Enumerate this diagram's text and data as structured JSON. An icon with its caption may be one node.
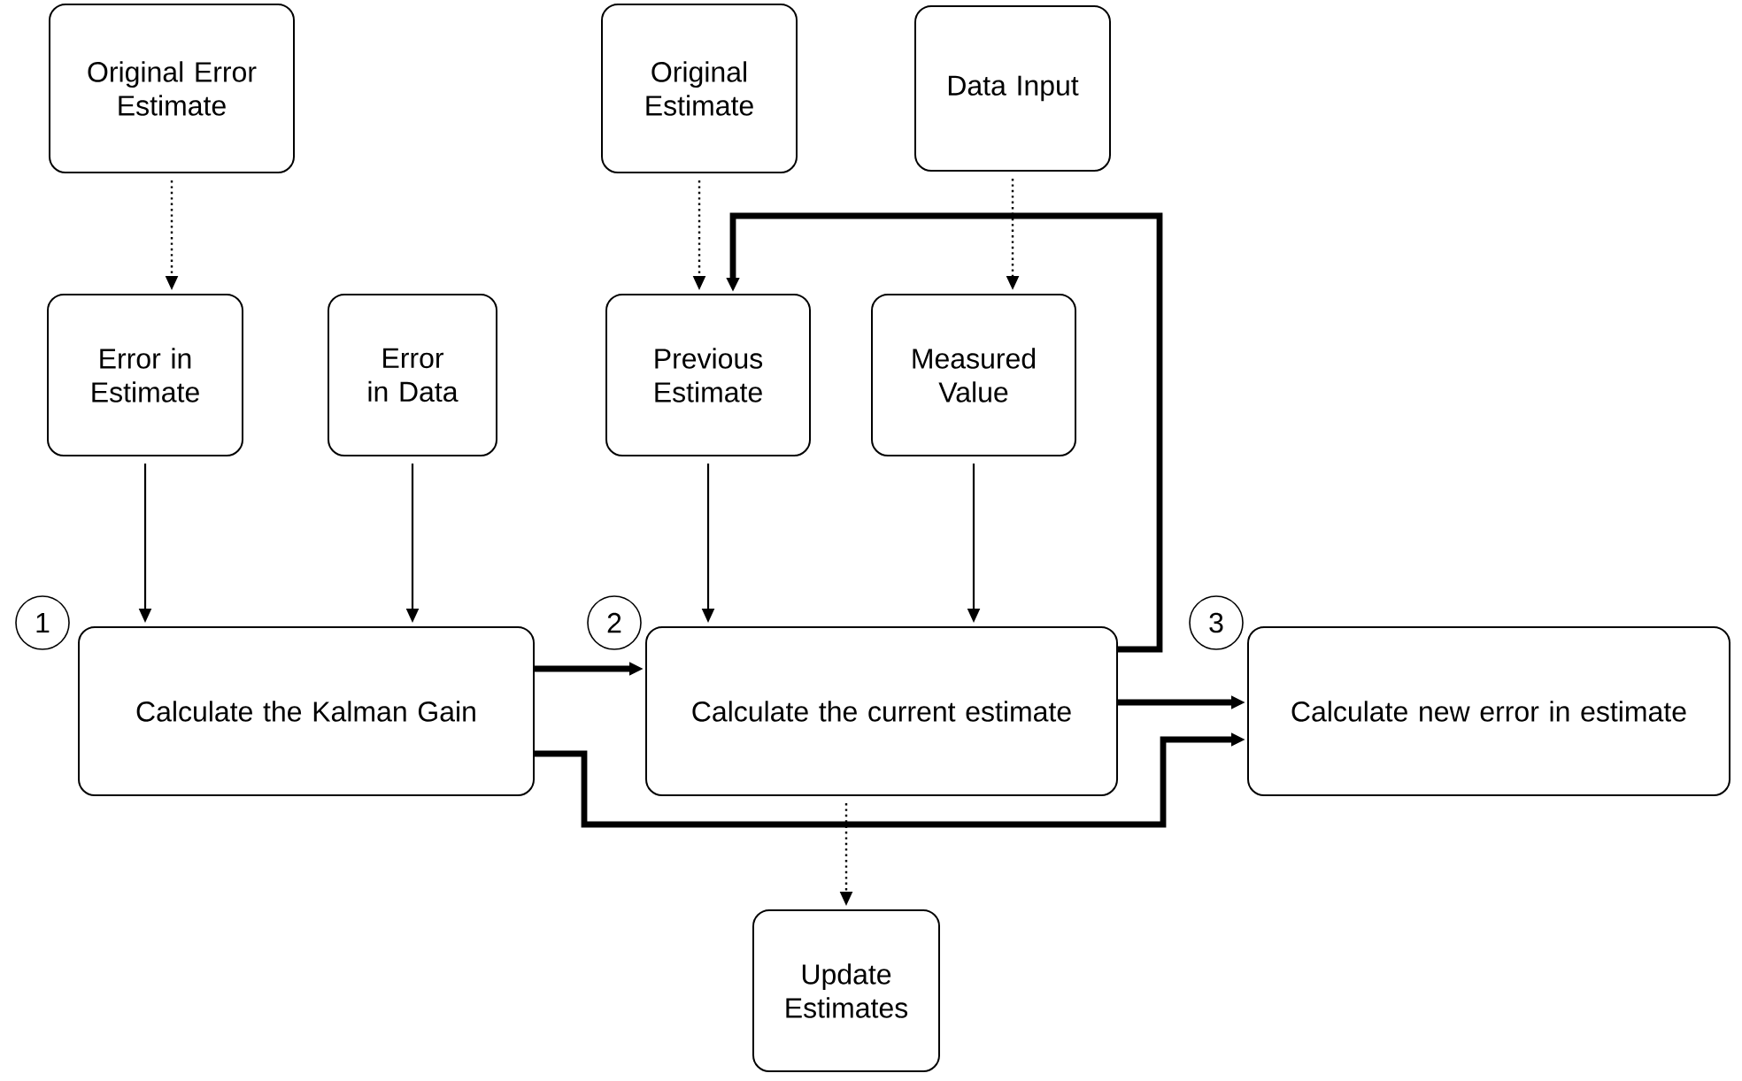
{
  "diagram": {
    "nodes": [
      {
        "text": [
          "Original Error Estimate"
        ]
      },
      {
        "text": [
          "Original Estimate"
        ]
      },
      {
        "text": [
          "Data Input"
        ]
      },
      {
        "text": [
          "Error in Estimate"
        ]
      },
      {
        "text": [
          "Error in Data"
        ]
      },
      {
        "text": [
          "Previous Estimate"
        ]
      },
      {
        "text": [
          "Measured Value"
        ]
      },
      {
        "text": [
          "1"
        ]
      },
      {
        "text": [
          "Calculate the Kalman Gain"
        ]
      },
      {
        "text": [
          "2"
        ]
      },
      {
        "text": [
          "Calculate the current estimate"
        ]
      },
      {
        "text": [
          "3"
        ]
      },
      {
        "text": [
          "Calculate new error in estimate"
        ]
      },
      {
        "text": [
          "Update Estimates"
        ]
      }
    ],
    "edges": [
      {
        "from": 0,
        "to": 3,
        "arrow": "to",
        "style": "dashed"
      },
      {
        "from": 1,
        "to": 5,
        "arrow": "to",
        "style": "dashed"
      },
      {
        "from": 2,
        "to": 6,
        "arrow": "to",
        "style": "dashed"
      },
      {
        "from": 3,
        "to": 8,
        "arrow": "to"
      },
      {
        "from": 4,
        "to": 8,
        "arrow": "to"
      },
      {
        "from": 5,
        "to": 10,
        "arrow": "to"
      },
      {
        "from": 6,
        "to": 10,
        "arrow": "to"
      },
      {
        "from": 8,
        "to": 10,
        "arrow": "to",
        "style": "thick"
      },
      {
        "from": 10,
        "to": 12,
        "arrow": "to",
        "style": "thick"
      },
      {
        "from": 8,
        "to": 12,
        "arrow": "to",
        "style": "thick"
      },
      {
        "from": 10,
        "to": 5,
        "arrow": "to",
        "style": "thick"
      },
      {
        "from": 10,
        "to": 13,
        "arrow": "to",
        "style": "dashed"
      }
    ]
  }
}
